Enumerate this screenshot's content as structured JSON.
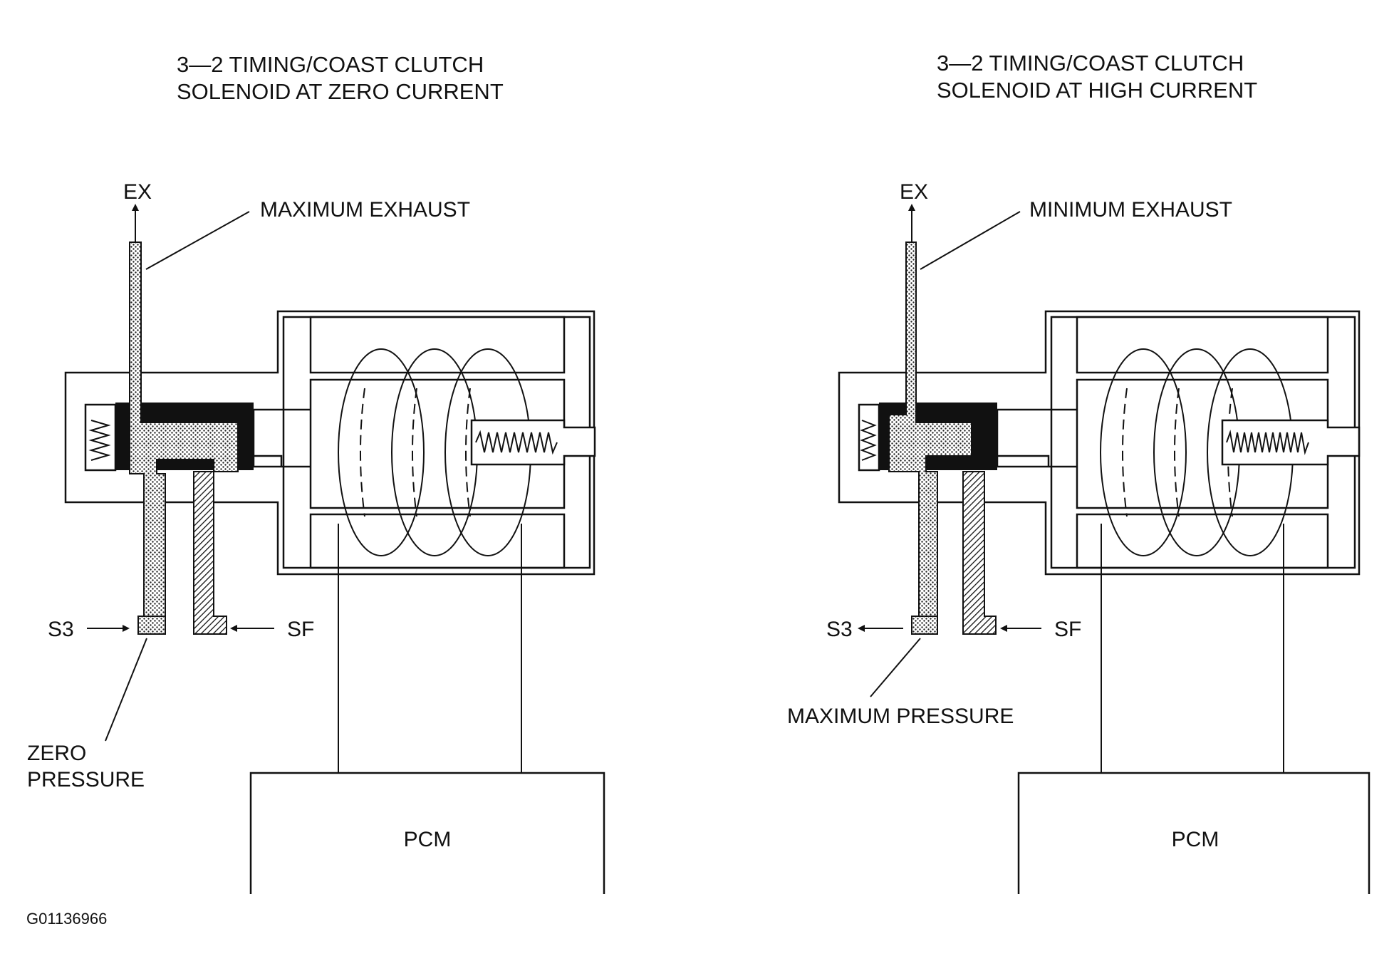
{
  "figure_id": "G01136966",
  "panels": [
    {
      "title_line1": "3—2 TIMING/COAST CLUTCH",
      "title_line2": "SOLENOID AT ZERO CURRENT",
      "exhaust_port": "EX",
      "exhaust_label": "MAXIMUM EXHAUST",
      "port_left": "S3",
      "port_right": "SF",
      "pressure_line1": "ZERO",
      "pressure_line2": "PRESSURE",
      "controller": "PCM"
    },
    {
      "title_line1": "3—2 TIMING/COAST CLUTCH",
      "title_line2": "SOLENOID AT HIGH CURRENT",
      "exhaust_port": "EX",
      "exhaust_label": "MINIMUM EXHAUST",
      "port_left": "S3",
      "port_right": "SF",
      "pressure_line1": "MAXIMUM PRESSURE",
      "controller": "PCM"
    }
  ]
}
